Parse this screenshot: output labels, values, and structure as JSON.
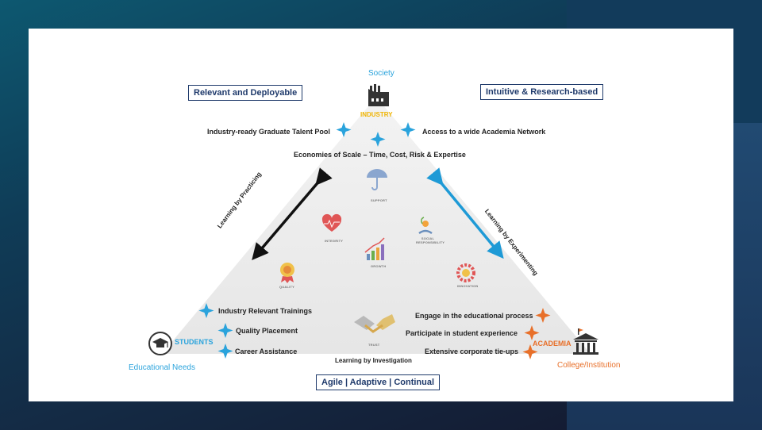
{
  "boxes": {
    "top_left": "Relevant and Deployable",
    "top_right": "Intuitive & Research-based",
    "bottom": "Agile  |  Adaptive | Continual"
  },
  "nodes": {
    "top": {
      "caption": "Society",
      "name": "INDUSTRY",
      "icon": "factory-icon"
    },
    "left": {
      "caption": "Educational Needs",
      "name": "STUDENTS",
      "icon": "graduation-cap-icon"
    },
    "right": {
      "caption": "College/Institution",
      "name": "ACADEMIA",
      "icon": "institution-icon"
    }
  },
  "industry_points": {
    "talent": "Industry-ready Graduate Talent Pool",
    "network": "Access to a wide Academia Network",
    "scale": "Economies of Scale – Time, Cost, Risk & Expertise"
  },
  "student_points": [
    "Industry Relevant Trainings",
    "Quality Placement",
    "Career Assistance"
  ],
  "academia_points": [
    "Engage in the educational process",
    "Participate in student experience",
    "Extensive corporate tie-ups"
  ],
  "edges": {
    "left": "Learning by Practicing",
    "right": "Learning by Experimenting",
    "bottom": "Learning by Investigation"
  },
  "center_icons": {
    "support": "SUPPORT",
    "integrity": "INTEGRITY",
    "social": "SOCIAL RESPONSIBILITY",
    "growth": "GROWTH",
    "quality": "QUALITY",
    "innovation": "INNOVATION",
    "trust": "TRUST"
  },
  "colors": {
    "blue_star": "#2aa3dc",
    "orange_star": "#e8702a",
    "navy": "#1f3a6b",
    "industry_gold": "#f0b400"
  }
}
